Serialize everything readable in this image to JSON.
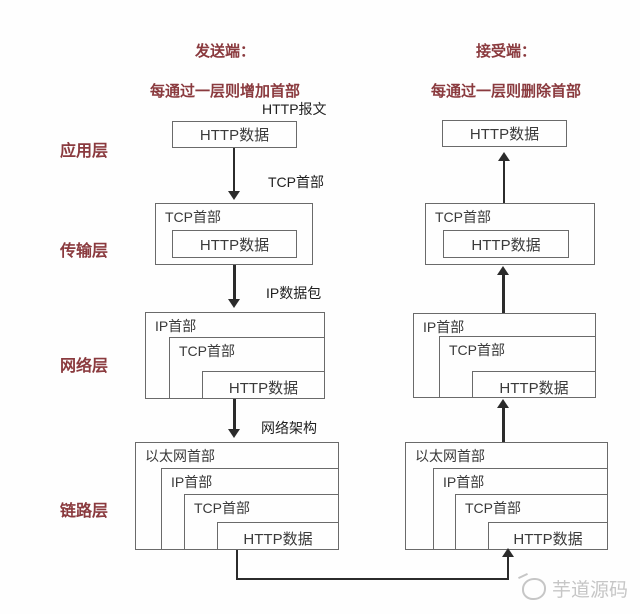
{
  "diagram": {
    "sender": {
      "title1": "发送端：",
      "title2": "每通过一层则增加首部"
    },
    "receiver": {
      "title1": "接受端：",
      "title2": "每通过一层则删除首部"
    },
    "layer_labels": {
      "application": "应用层",
      "transport": "传输层",
      "network": "网络层",
      "link": "链路层"
    },
    "box_labels": {
      "http_data": "HTTP数据",
      "tcp_header": "TCP首部",
      "ip_header": "IP首部",
      "ethernet_header": "以太网首部"
    },
    "arrow_labels": {
      "http_message": "HTTP报文",
      "tcp_header": "TCP首部",
      "ip_packet": "IP数据包",
      "network_frame": "网络架构"
    },
    "watermark": "芋道源码",
    "colors": {
      "accent_red": "#8a3a3e",
      "box_border": "#6a6a6a",
      "arrow_black": "#2b2b2b",
      "watermark_gray": "#c6c6c6"
    }
  }
}
